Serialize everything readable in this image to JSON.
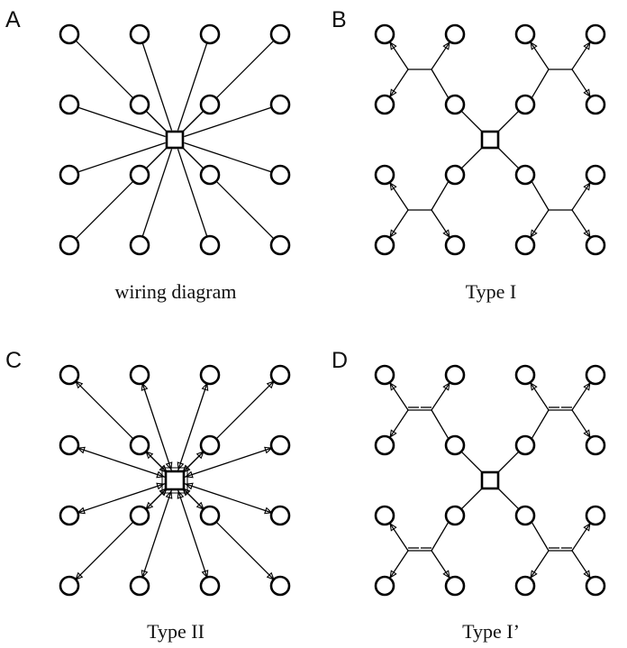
{
  "panels": [
    {
      "letter": "A",
      "caption": "wiring diagram",
      "style": "star"
    },
    {
      "letter": "B",
      "caption": "Type I",
      "style": "tree"
    },
    {
      "letter": "C",
      "caption": "Type II",
      "style": "star-bundled"
    },
    {
      "letter": "D",
      "caption": "Type I’",
      "style": "tree-double"
    }
  ],
  "colors": {
    "stroke": "#000000",
    "background": "#ffffff"
  }
}
